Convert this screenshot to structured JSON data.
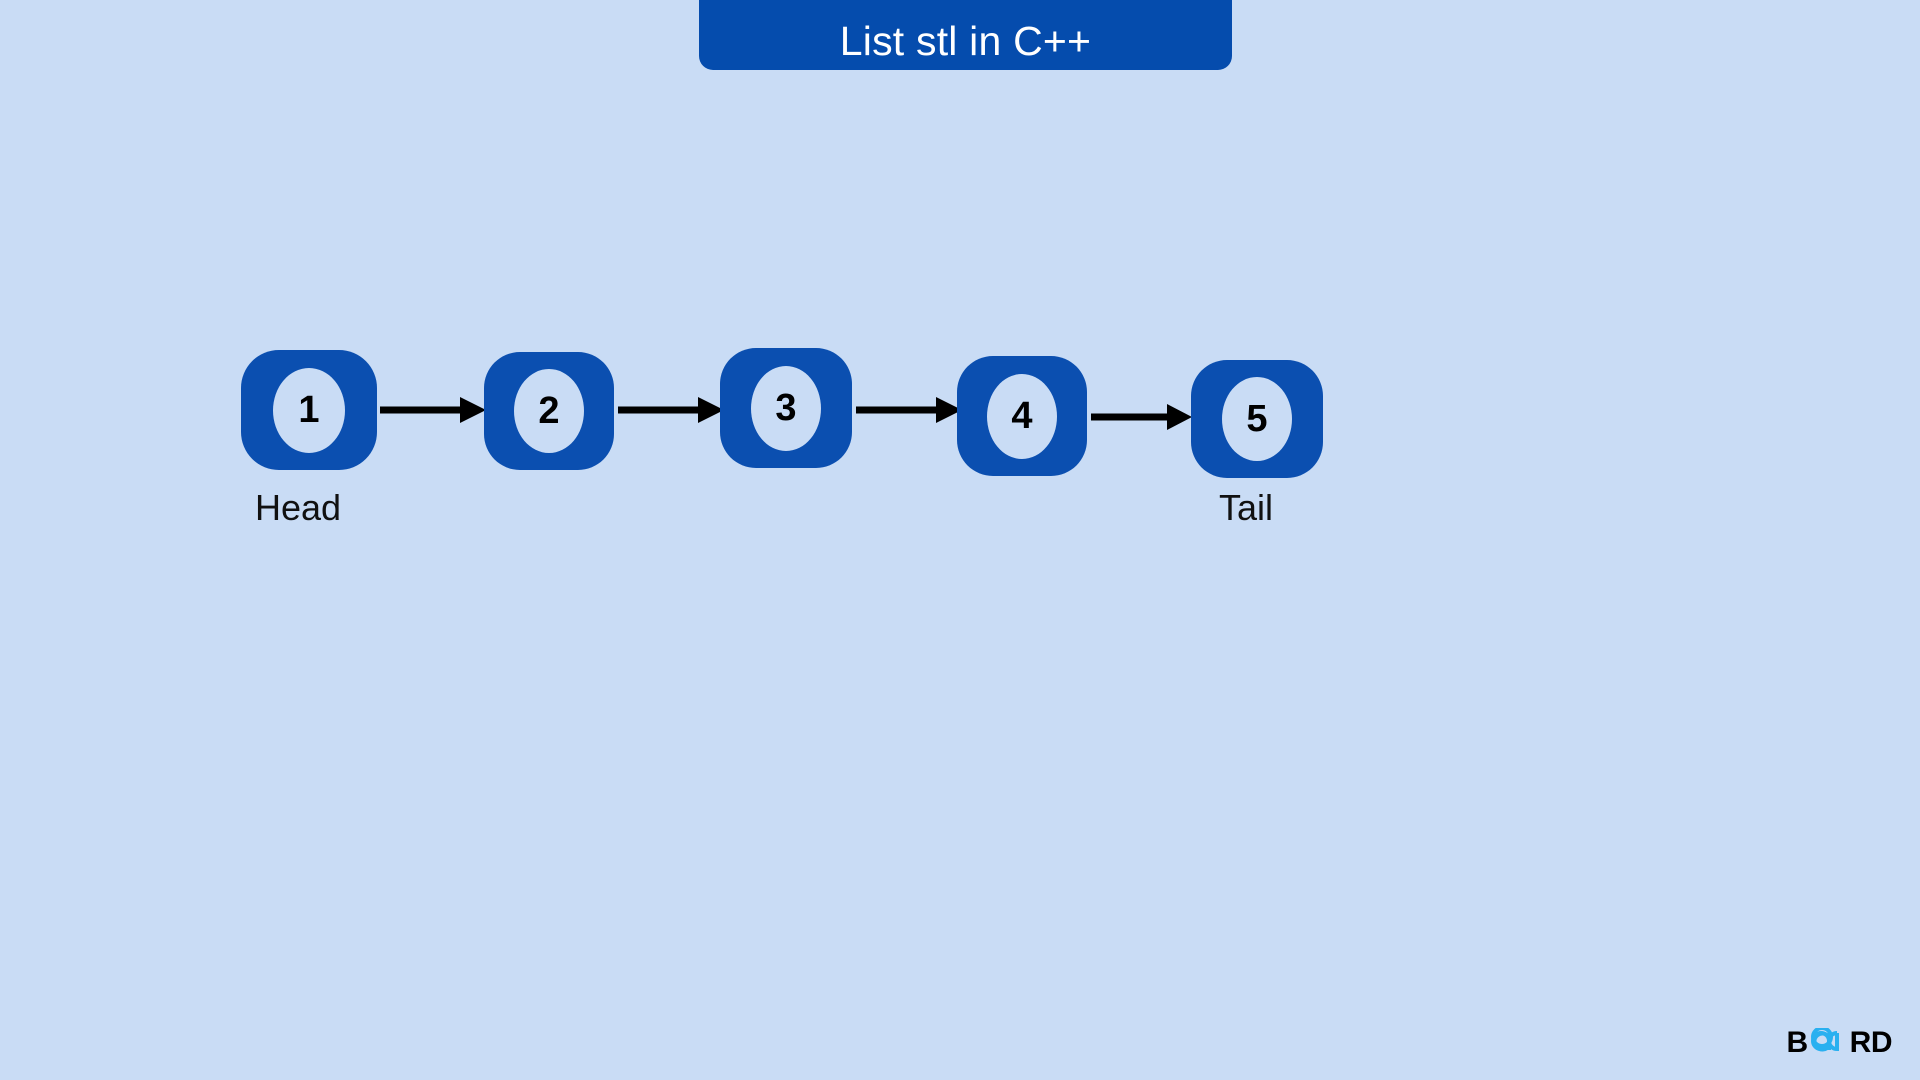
{
  "page": {
    "background_color": "#c9dcf5"
  },
  "header": {
    "title": "List stl in C++",
    "banner_color": "#054cad",
    "title_color": "#ffffff"
  },
  "diagram": {
    "type": "linked-list",
    "node_color": "#0b4fb0",
    "node_inner_color": "#c9dcf5",
    "value_color": "#000000",
    "arrow_color": "#000000",
    "nodes": [
      {
        "value": "1",
        "label": "Head"
      },
      {
        "value": "2",
        "label": ""
      },
      {
        "value": "3",
        "label": ""
      },
      {
        "value": "4",
        "label": ""
      },
      {
        "value": "5",
        "label": "Tail"
      }
    ],
    "arrows": [
      {
        "from": "1",
        "to": "2"
      },
      {
        "from": "2",
        "to": "3"
      },
      {
        "from": "3",
        "to": "4"
      },
      {
        "from": "4",
        "to": "5"
      }
    ],
    "head_label": "Head",
    "tail_label": "Tail"
  },
  "brand": {
    "prefix": "B",
    "infinity": "infinity-glyph",
    "suffix": "RD",
    "full_name": "BOARD",
    "text_color": "#000000",
    "accent_color": "#29b0f0"
  }
}
